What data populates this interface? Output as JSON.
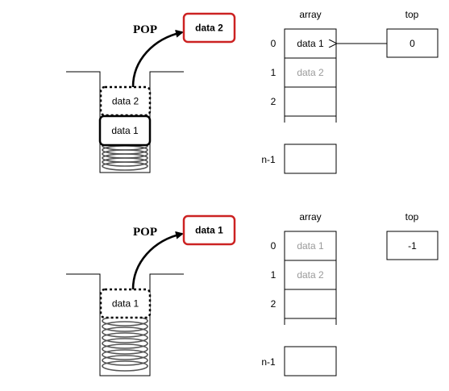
{
  "colors": {
    "popped_border": "#cc2222",
    "stored_text": "#000000",
    "removed_text": "#9a9a9a",
    "spring": "#555555"
  },
  "diagrams": [
    {
      "pop_label": "POP",
      "popped_item": "data 2",
      "stack_items": [
        {
          "label": "data 2",
          "style": "dotted"
        },
        {
          "label": "data 1",
          "style": "solid"
        }
      ],
      "array_title": "array",
      "indices": [
        "0",
        "1",
        "2",
        "n-1"
      ],
      "cells": [
        {
          "value": "data 1",
          "state": "stored"
        },
        {
          "value": "data 2",
          "state": "removed"
        },
        {
          "value": "",
          "state": "empty"
        },
        {
          "value": "",
          "state": "empty"
        }
      ],
      "top_title": "top",
      "top_value": "0",
      "top_points_to_index": "0"
    },
    {
      "pop_label": "POP",
      "popped_item": "data 1",
      "stack_items": [
        {
          "label": "data 1",
          "style": "dotted"
        }
      ],
      "array_title": "array",
      "indices": [
        "0",
        "1",
        "2",
        "n-1"
      ],
      "cells": [
        {
          "value": "data 1",
          "state": "removed"
        },
        {
          "value": "data 2",
          "state": "removed"
        },
        {
          "value": "",
          "state": "empty"
        },
        {
          "value": "",
          "state": "empty"
        }
      ],
      "top_title": "top",
      "top_value": "-1"
    }
  ]
}
